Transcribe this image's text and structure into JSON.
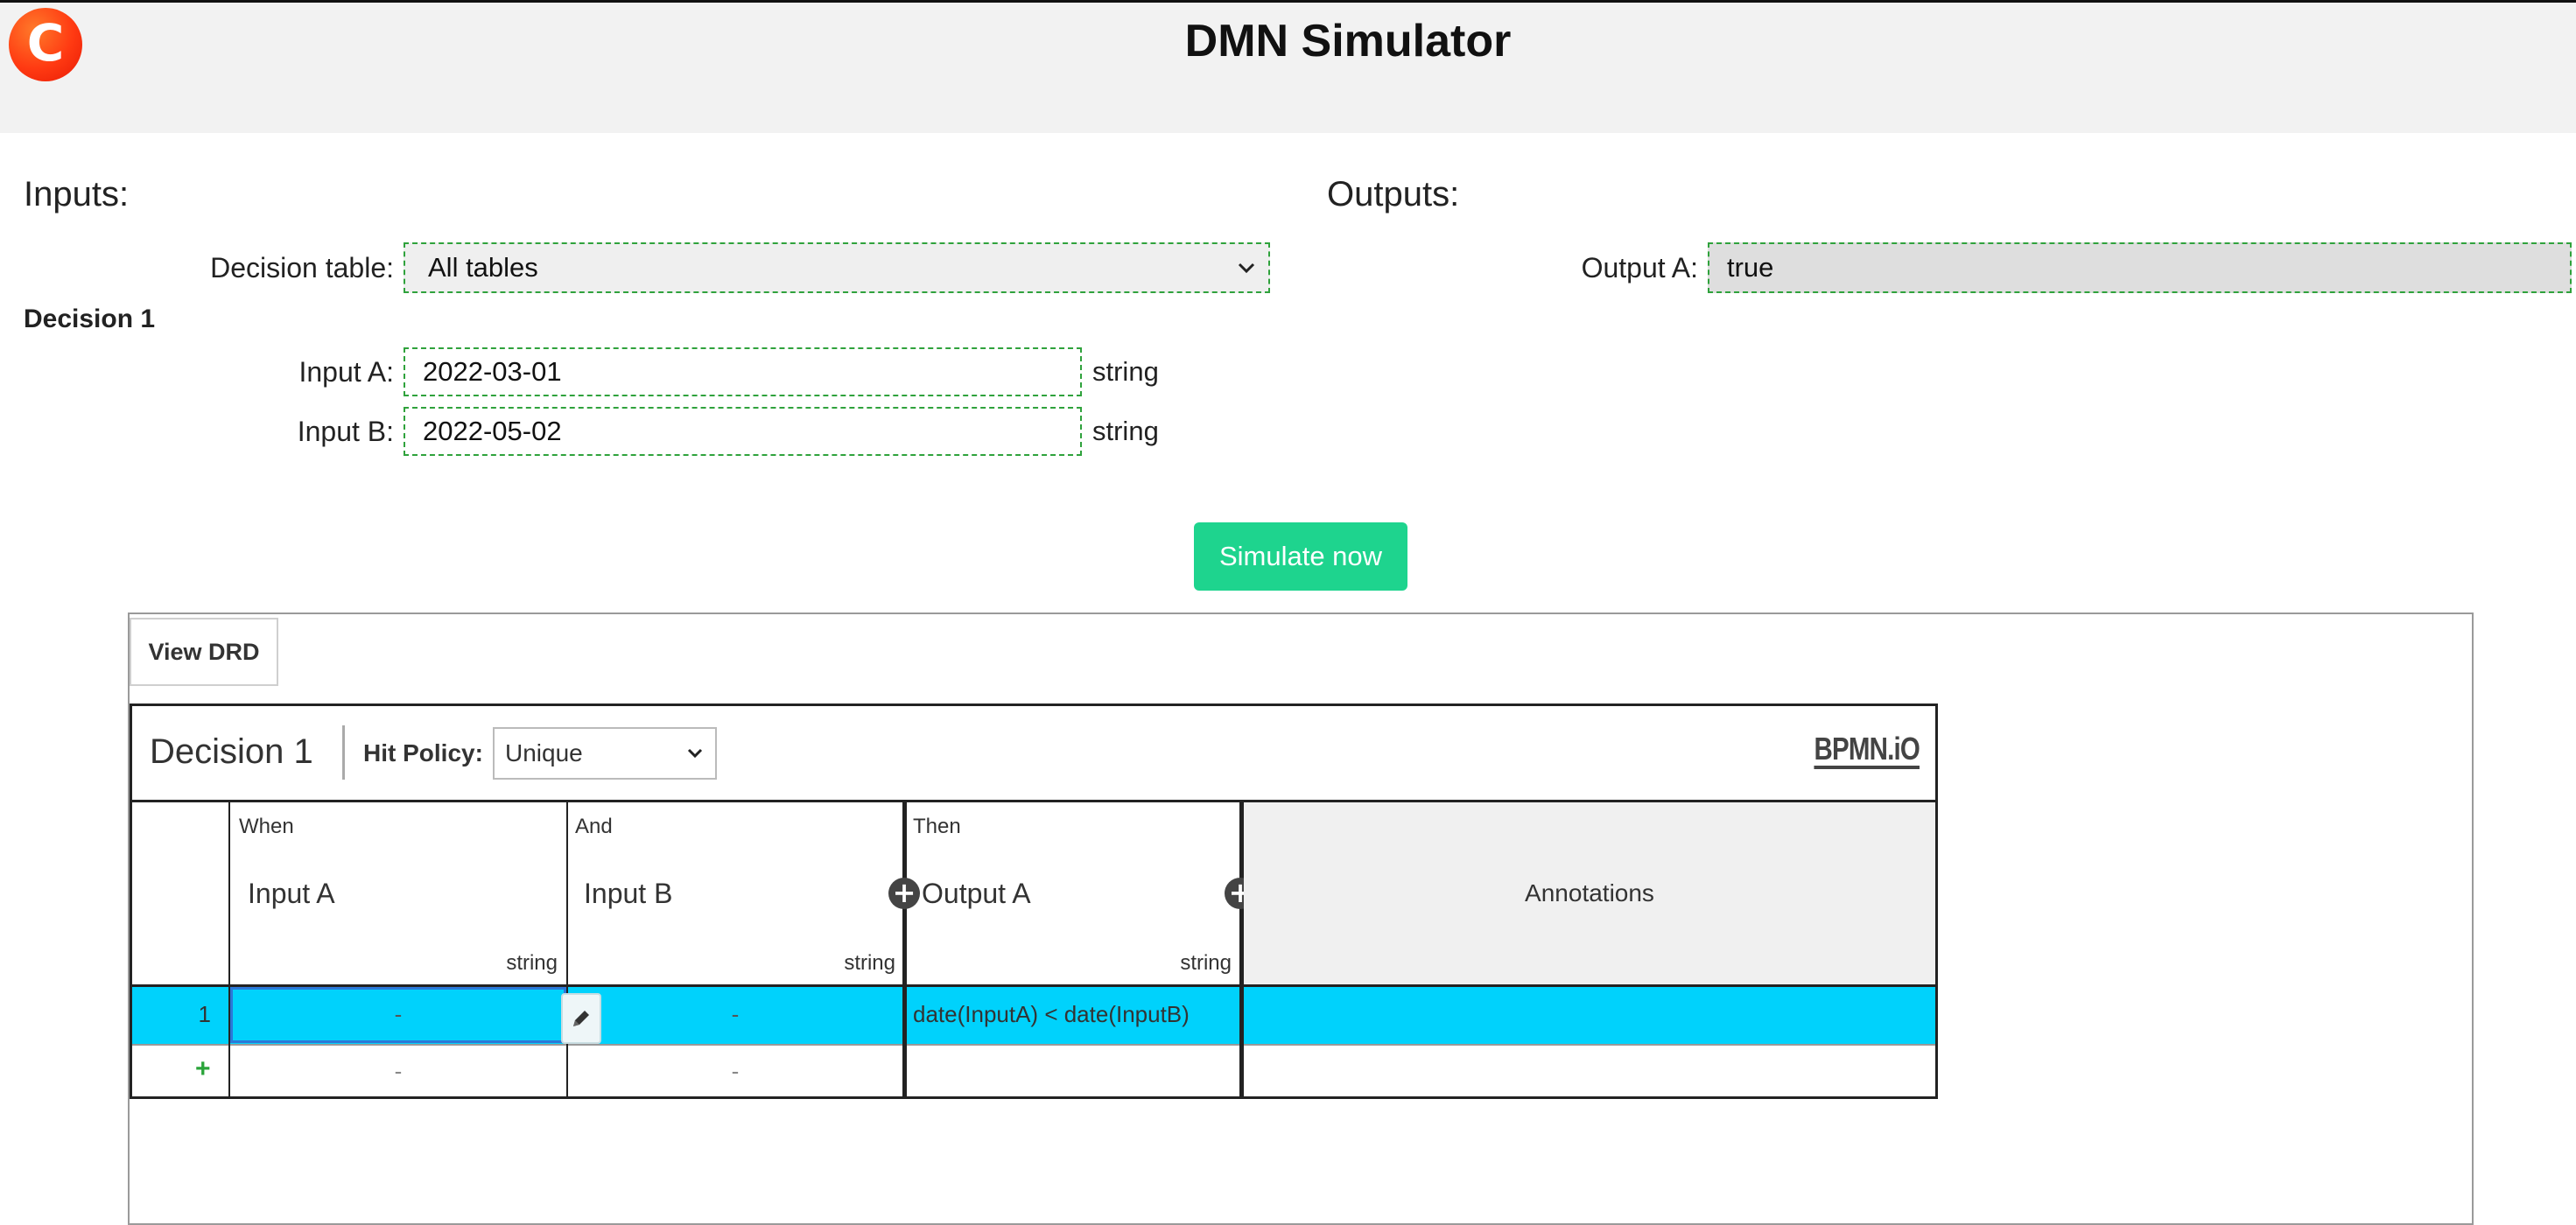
{
  "header": {
    "title": "DMN Simulator",
    "logo_letter": "C"
  },
  "inputs": {
    "title": "Inputs:",
    "decision_table_label": "Decision table:",
    "decision_table_value": "All tables",
    "decision_heading": "Decision 1",
    "fields": [
      {
        "label": "Input A:",
        "value": "2022-03-01",
        "type": "string"
      },
      {
        "label": "Input B:",
        "value": "2022-05-02",
        "type": "string"
      }
    ]
  },
  "outputs": {
    "title": "Outputs:",
    "fields": [
      {
        "label": "Output A:",
        "value": "true"
      }
    ]
  },
  "simulate_button": "Simulate now",
  "drd": {
    "view_drd": "View DRD",
    "table_name": "Decision 1",
    "hit_policy_label": "Hit Policy:",
    "hit_policy_value": "Unique",
    "brand": "BPMN.iO",
    "columns": [
      {
        "kind": "When",
        "name": "Input A",
        "type": "string"
      },
      {
        "kind": "And",
        "name": "Input B",
        "type": "string"
      },
      {
        "kind": "Then",
        "name": "Output A",
        "type": "string"
      }
    ],
    "annotations_header": "Annotations",
    "rows": [
      {
        "num": "1",
        "input_a": "-",
        "input_b": "-",
        "output_a": "date(InputA) < date(InputB)",
        "annotation": ""
      }
    ],
    "add_row": {
      "symbol": "+",
      "input_a": "-",
      "input_b": "-"
    }
  },
  "colors": {
    "accent_green": "#1ed48e",
    "selected_row": "#00d2fc",
    "dashed_border": "#2fa23c"
  }
}
